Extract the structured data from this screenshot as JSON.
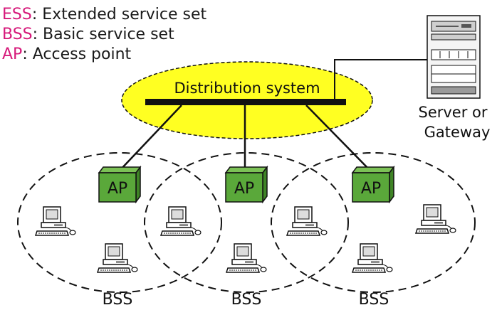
{
  "legend": [
    {
      "abbr": "ESS",
      "desc": ": Extended service set"
    },
    {
      "abbr": "BSS",
      "desc": ": Basic service set"
    },
    {
      "abbr": "AP",
      "desc": ": Access point"
    }
  ],
  "distribution_system": {
    "label": "Distribution system"
  },
  "server": {
    "line1": "Server or",
    "line2": "Gateway"
  },
  "access_points": [
    {
      "label": "AP"
    },
    {
      "label": "AP"
    },
    {
      "label": "AP"
    }
  ],
  "bss_labels": [
    {
      "label": "BSS"
    },
    {
      "label": "BSS"
    },
    {
      "label": "BSS"
    }
  ],
  "colors": {
    "ellipse_fill": "#ffff22",
    "ap_fill": "#5aa83a",
    "legend_abbr": "#d6197a"
  },
  "icons": {
    "station": "desktop-computer-icon",
    "server": "server-tower-icon"
  }
}
